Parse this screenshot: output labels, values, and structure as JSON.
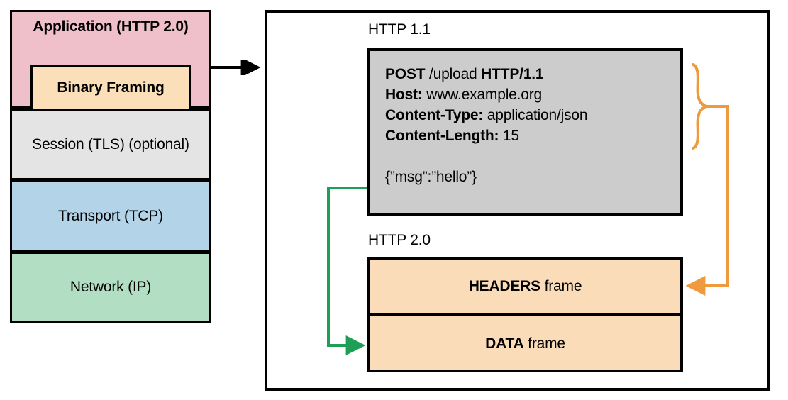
{
  "protocol_stack": {
    "layers": [
      {
        "label": "Application (HTTP 2.0)",
        "color": "#efc0c9"
      },
      {
        "label": "Session (TLS) (optional)",
        "color": "#e4e4e4"
      },
      {
        "label": "Transport (TCP)",
        "color": "#b3d4e8"
      },
      {
        "label": "Network (IP)",
        "color": "#b2dfc4"
      }
    ],
    "binary_framing": {
      "label": "Binary Framing",
      "color": "#fbdfb8"
    }
  },
  "panel": {
    "http11": {
      "label": "HTTP 1.1",
      "box_color": "#cccccc",
      "request_line": {
        "method": "POST",
        "path": " /upload ",
        "version": "HTTP/1.1"
      },
      "headers": [
        {
          "name": "Host:",
          "value": " www.example.org"
        },
        {
          "name": "Content-Type:",
          "value": " application/json"
        },
        {
          "name": "Content-Length:",
          "value": " 15"
        }
      ],
      "body": "{”msg”:”hello”}"
    },
    "http20": {
      "label": "HTTP 2.0",
      "box_color": "#fbdcb8",
      "frames": [
        {
          "name": "HEADERS",
          "suffix": " frame"
        },
        {
          "name": "DATA",
          "suffix": " frame"
        }
      ]
    }
  },
  "connectors": {
    "stack_arrow_color": "#000000",
    "headers_connector_color": "#ef9a3d",
    "data_connector_color": "#1f9e55"
  }
}
